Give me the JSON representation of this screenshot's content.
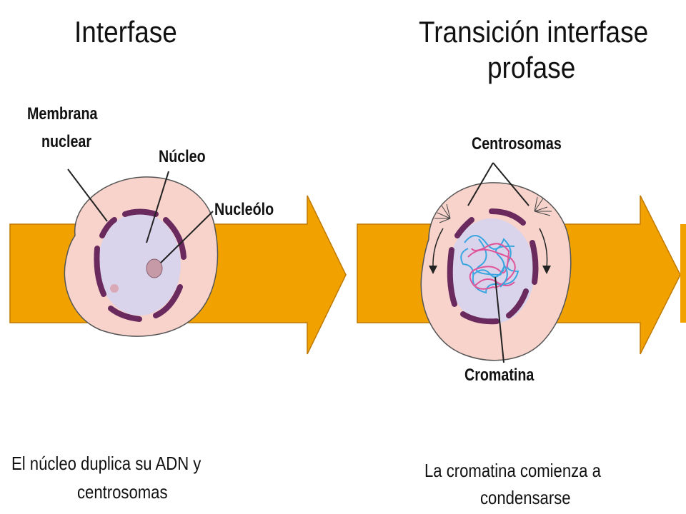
{
  "panels": [
    {
      "title": "Interfase",
      "caption_line1": "El núcleo duplica su ADN y",
      "caption_line2": "centrosomas",
      "labels": {
        "membrane_line1": "Membrana",
        "membrane_line2": "nuclear",
        "nucleus": "Núcleo",
        "nucleolus": "Nucleólo"
      }
    },
    {
      "title_line1": "Transición interfase",
      "title_line2": "profase",
      "caption_line1": "La cromatina comienza a",
      "caption_line2": "condensarse",
      "labels": {
        "centrosomes": "Centrosomas",
        "chromatin": "Cromatina"
      }
    }
  ],
  "colors": {
    "arrow": "#F2A200",
    "arrow_outline": "#C07A00",
    "cell_fill": "#F7D3CB",
    "nucleus_fill": "#D9D4EC",
    "membrane": "#6A2A5E",
    "chromatin_blue": "#3AA6E0",
    "chromatin_pink": "#E0559A"
  }
}
